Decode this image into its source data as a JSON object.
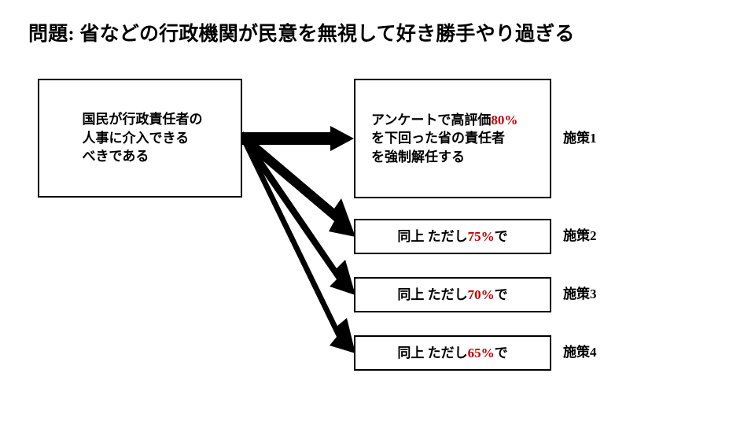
{
  "slide": {
    "title": "問題: 省などの行政機関が民意を無視して好き勝手やり過ぎる",
    "background_color": "#FFFFFF",
    "accent_color": "#C00000",
    "line_color": "#000000"
  },
  "premise": {
    "text": "国民が行政責任者の\n人事に介入できる\nべきである"
  },
  "measures": [
    {
      "id": "measure-1",
      "text_before": "アンケートで高評価",
      "percent": "80%",
      "text_after": "\nを下回った省の責任者\nを強制解任する",
      "label": "施策1"
    },
    {
      "id": "measure-2",
      "text_before": "同上 ただし",
      "percent": "75%",
      "text_after": "で",
      "label": "施策2"
    },
    {
      "id": "measure-3",
      "text_before": "同上 ただし",
      "percent": "70%",
      "text_after": "で",
      "label": "施策3"
    },
    {
      "id": "measure-4",
      "text_before": "同上 ただし",
      "percent": "65%",
      "text_after": "で",
      "label": "施策4"
    }
  ],
  "arrows": [
    {
      "name": "arrow-to-measure-1",
      "from": [
        308,
        176
      ],
      "to": [
        450,
        176
      ]
    },
    {
      "name": "arrow-to-measure-2",
      "from": [
        308,
        172
      ],
      "to": [
        452,
        300
      ]
    },
    {
      "name": "arrow-to-measure-3",
      "from": [
        308,
        172
      ],
      "to": [
        452,
        374
      ]
    },
    {
      "name": "arrow-to-measure-4",
      "from": [
        308,
        172
      ],
      "to": [
        452,
        448
      ]
    }
  ]
}
